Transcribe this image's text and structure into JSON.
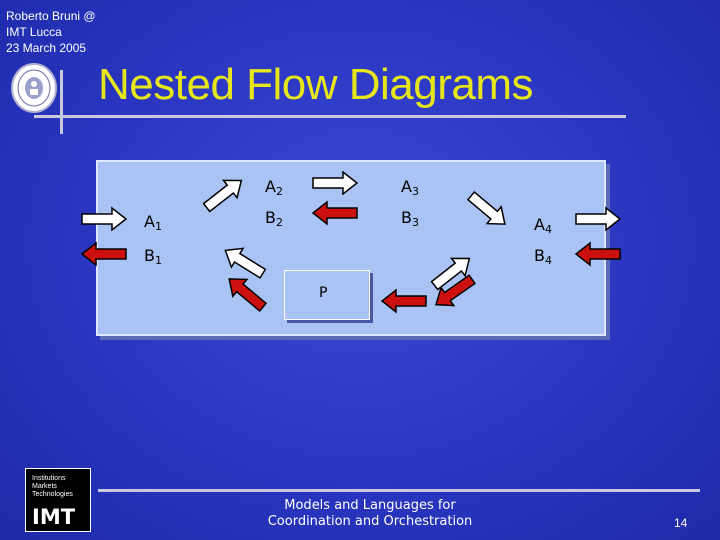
{
  "header": {
    "author": "Roberto Bruni @",
    "institution": "IMT Lucca",
    "date": "23 March 2005"
  },
  "slide": {
    "title": "Nested Flow Diagrams",
    "page_number": "14"
  },
  "diagram": {
    "labels": {
      "A1": {
        "base": "A",
        "sub": "1"
      },
      "B1": {
        "base": "B",
        "sub": "1"
      },
      "A2": {
        "base": "A",
        "sub": "2"
      },
      "B2": {
        "base": "B",
        "sub": "2"
      },
      "A3": {
        "base": "A",
        "sub": "3"
      },
      "B3": {
        "base": "B",
        "sub": "3"
      },
      "A4": {
        "base": "A",
        "sub": "4"
      },
      "B4": {
        "base": "B",
        "sub": "4"
      },
      "P": "P"
    },
    "arrow_colors": {
      "forward": "#ffffff",
      "backward": "#cc1010"
    },
    "panel_color": "#a9c3f4"
  },
  "logo": {
    "line1": "Institutions",
    "line2": "Markets",
    "line3": "Technologies",
    "name": "IMT"
  },
  "footer": {
    "line1": "Models and Languages for",
    "line2": "Coordination and Orchestration"
  },
  "colors": {
    "title": "#e6e61a",
    "background": "#2a36c0"
  }
}
